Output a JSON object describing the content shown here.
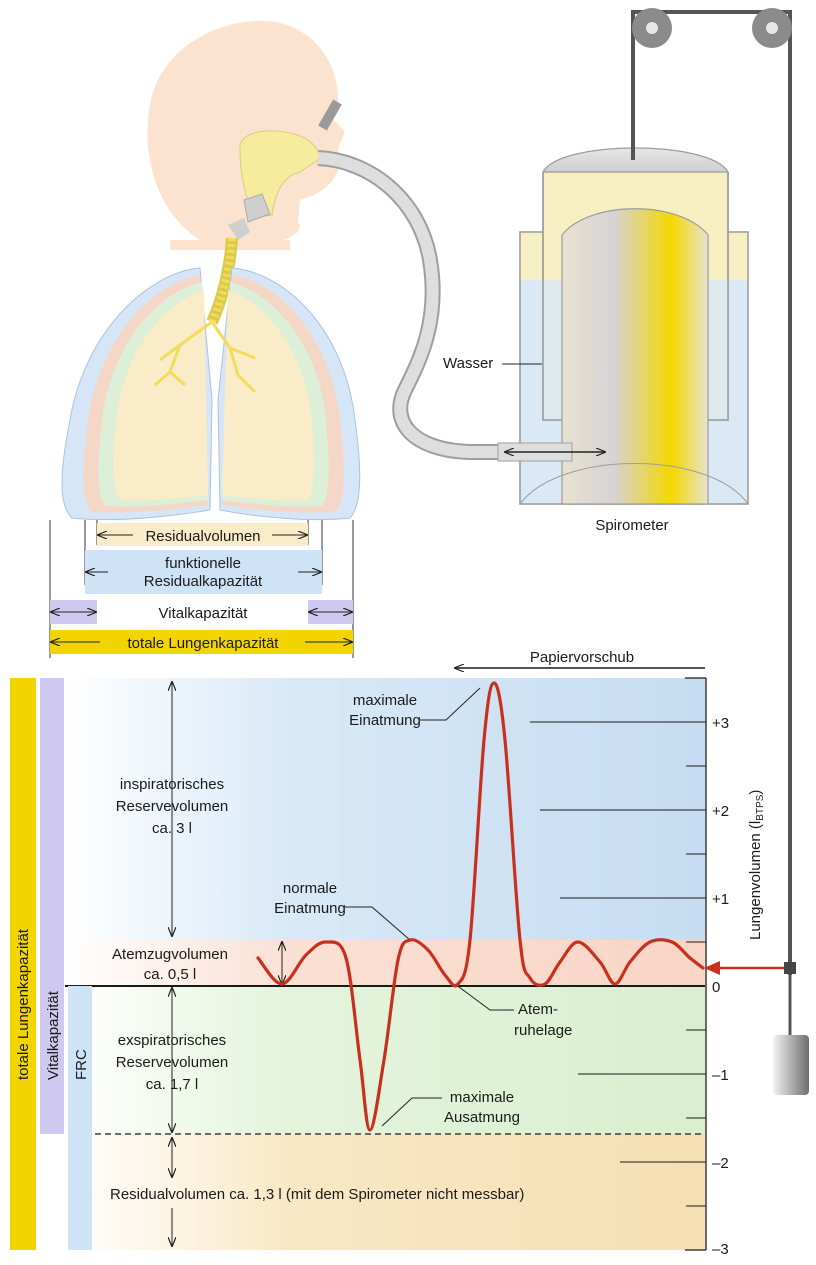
{
  "top": {
    "water_label": "Wasser",
    "spirometer_label": "Spirometer",
    "bars": {
      "residual_volume": "Residualvolumen",
      "frc_line1": "funktionelle",
      "frc_line2": "Residualkapazität",
      "vital_capacity": "Vitalkapazität",
      "total_lung_capacity": "totale Lungenkapazität"
    }
  },
  "chart": {
    "paper_feed": "Papiervorschub",
    "axis_title": "Lungenvolumen (l",
    "axis_title_sub": "BTPS",
    "axis_title_close": ")",
    "y_ticks": [
      "+3",
      "+2",
      "+1",
      "0",
      "–1",
      "–2",
      "–3"
    ],
    "annotations": {
      "max_insp_1": "maximale",
      "max_insp_2": "Einatmung",
      "normal_insp_1": "normale",
      "normal_insp_2": "Einatmung",
      "rest_1": "Atem-",
      "rest_2": "ruhelage",
      "max_exp_1": "maximale",
      "max_exp_2": "Ausatmung"
    },
    "zones": {
      "irv_1": "inspiratorisches",
      "irv_2": "Reservevolumen",
      "irv_3": "ca. 3 l",
      "tv_1": "Atemzugvolumen",
      "tv_2": "ca. 0,5 l",
      "erv_1": "exspiratorisches",
      "erv_2": "Reservevolumen",
      "erv_3": "ca. 1,7 l",
      "rv": "Residualvolumen ca. 1,3 l (mit dem Spirometer nicht messbar)"
    },
    "side_bars": {
      "tlc": "totale Lungenkapazität",
      "vc": "Vitalkapazität",
      "frc": "FRC"
    }
  },
  "colors": {
    "yellow": "#f2d500",
    "lavender": "#cfc9ef",
    "light_blue": "#cfe3f6",
    "peach": "#f9ddd0",
    "light_green": "#e1f3d8",
    "sand": "#f8e5bf",
    "curve_red": "#c8301e",
    "light_yellow": "#f7eec2"
  }
}
